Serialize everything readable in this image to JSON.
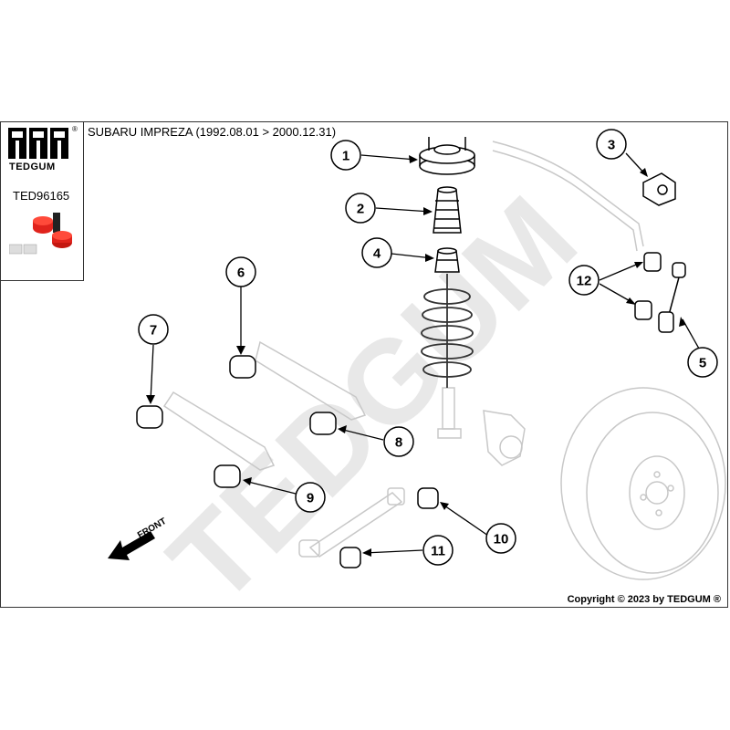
{
  "brand": {
    "name": "TEDGUM",
    "registered": "®"
  },
  "product_code": "TED96165",
  "title": "SUBARU IMPREZA (1992.08.01 > 2000.12.31)",
  "watermark": "TEDGUM",
  "front_label": "FRONT",
  "copyright": "Copyright © 2023 by TEDGUM ®",
  "callouts": [
    {
      "num": "1"
    },
    {
      "num": "2"
    },
    {
      "num": "3"
    },
    {
      "num": "4"
    },
    {
      "num": "5"
    },
    {
      "num": "6"
    },
    {
      "num": "7"
    },
    {
      "num": "8"
    },
    {
      "num": "9"
    },
    {
      "num": "10"
    },
    {
      "num": "11"
    },
    {
      "num": "12"
    }
  ],
  "colors": {
    "bushing_red": "#e0231c",
    "watermark_gray": "#e8e8e8",
    "line": "#000000"
  }
}
